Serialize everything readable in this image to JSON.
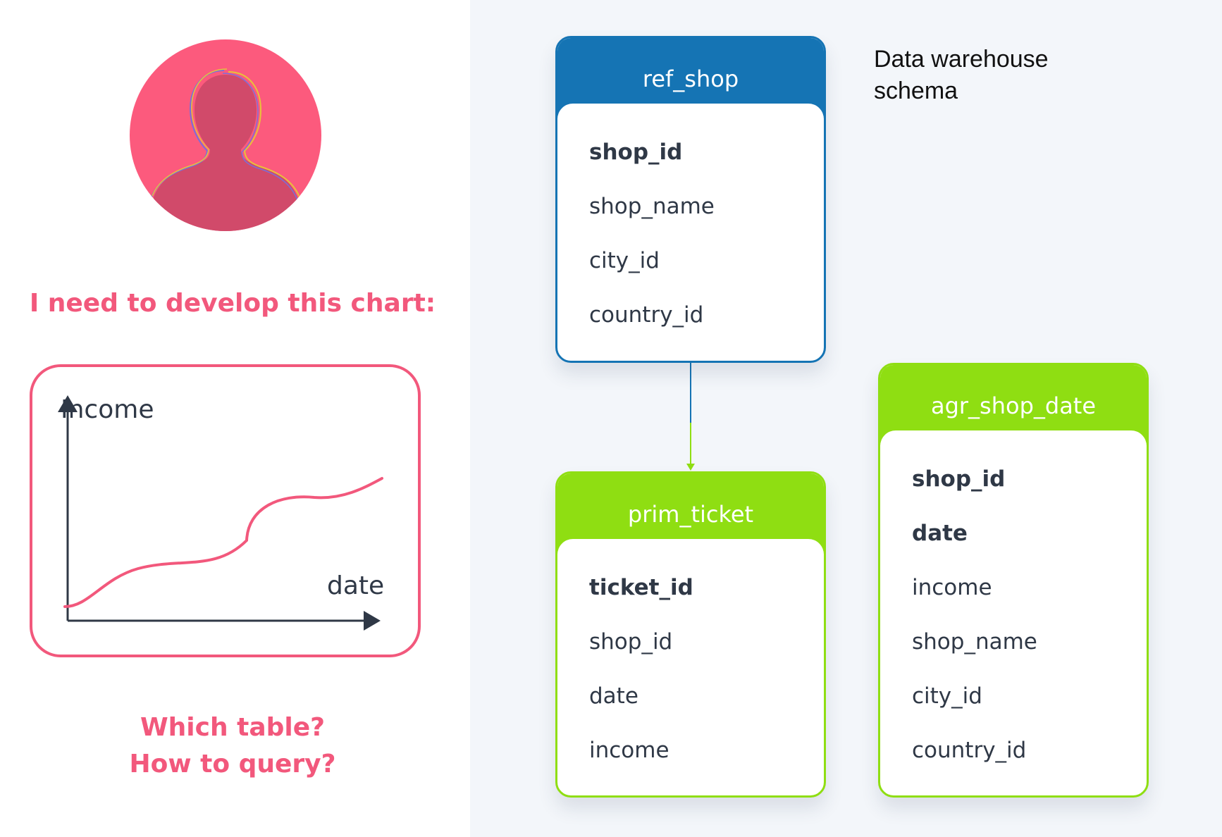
{
  "left": {
    "prompt": "I need to develop this chart:",
    "question_1": "Which table?",
    "question_2": "How to query?",
    "chart": {
      "y_label": "Income",
      "x_label": "date"
    }
  },
  "schema": {
    "title_line_1": "Data warehouse",
    "title_line_2": "schema",
    "tables": {
      "ref_shop": {
        "name": "ref_shop",
        "fields": [
          "shop_id",
          "shop_name",
          "city_id",
          "country_id"
        ]
      },
      "prim_ticket": {
        "name": "prim_ticket",
        "fields": [
          "ticket_id",
          "shop_id",
          "date",
          "income"
        ]
      },
      "agr_shop_date": {
        "name": "agr_shop_date",
        "fields": [
          "shop_id",
          "date",
          "income",
          "shop_name",
          "city_id",
          "country_id"
        ]
      }
    }
  },
  "colors": {
    "pink": "#f2587c",
    "blue": "#1574b4",
    "green": "#8fde12",
    "text_dark": "#2f3846",
    "panel_bg": "#f3f6fa"
  },
  "icons": [
    "user-avatar-icon"
  ]
}
